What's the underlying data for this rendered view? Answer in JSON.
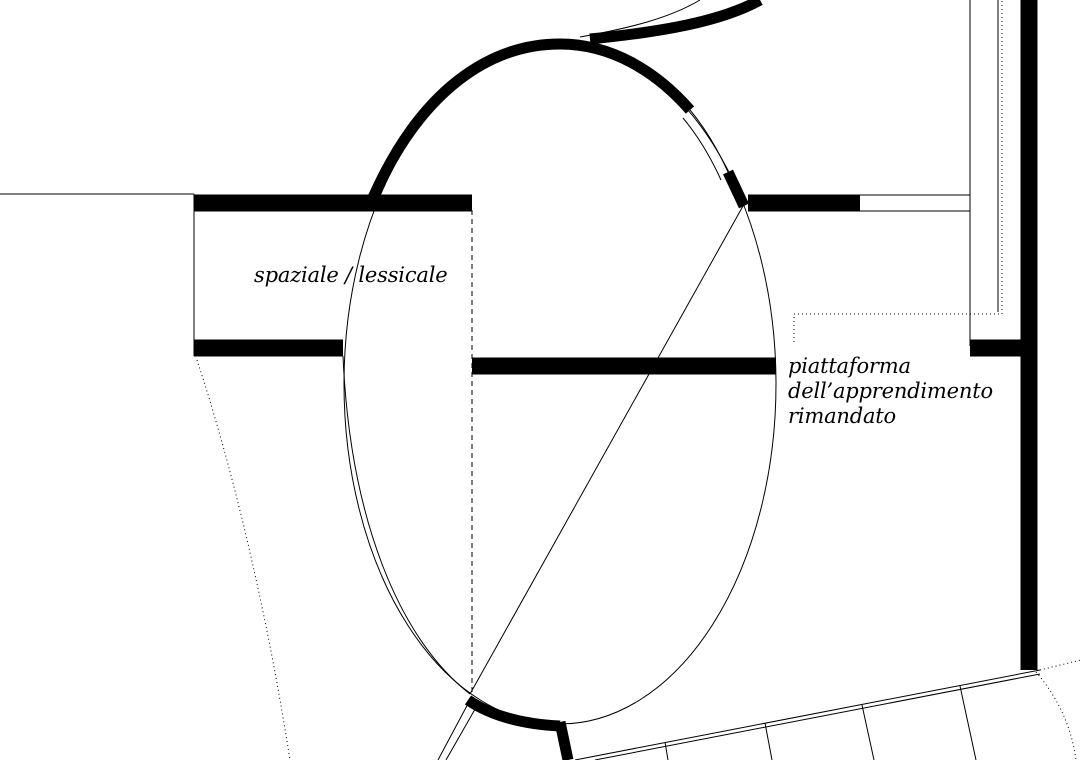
{
  "labels": {
    "spaziale_lessicale": "spaziale / lessicale",
    "piattaforma": {
      "line1": "piattaforma",
      "line2": "dell’apprendimento",
      "line3": "rimandato"
    }
  },
  "colors": {
    "ink": "#000000",
    "paper": "#ffffff"
  }
}
